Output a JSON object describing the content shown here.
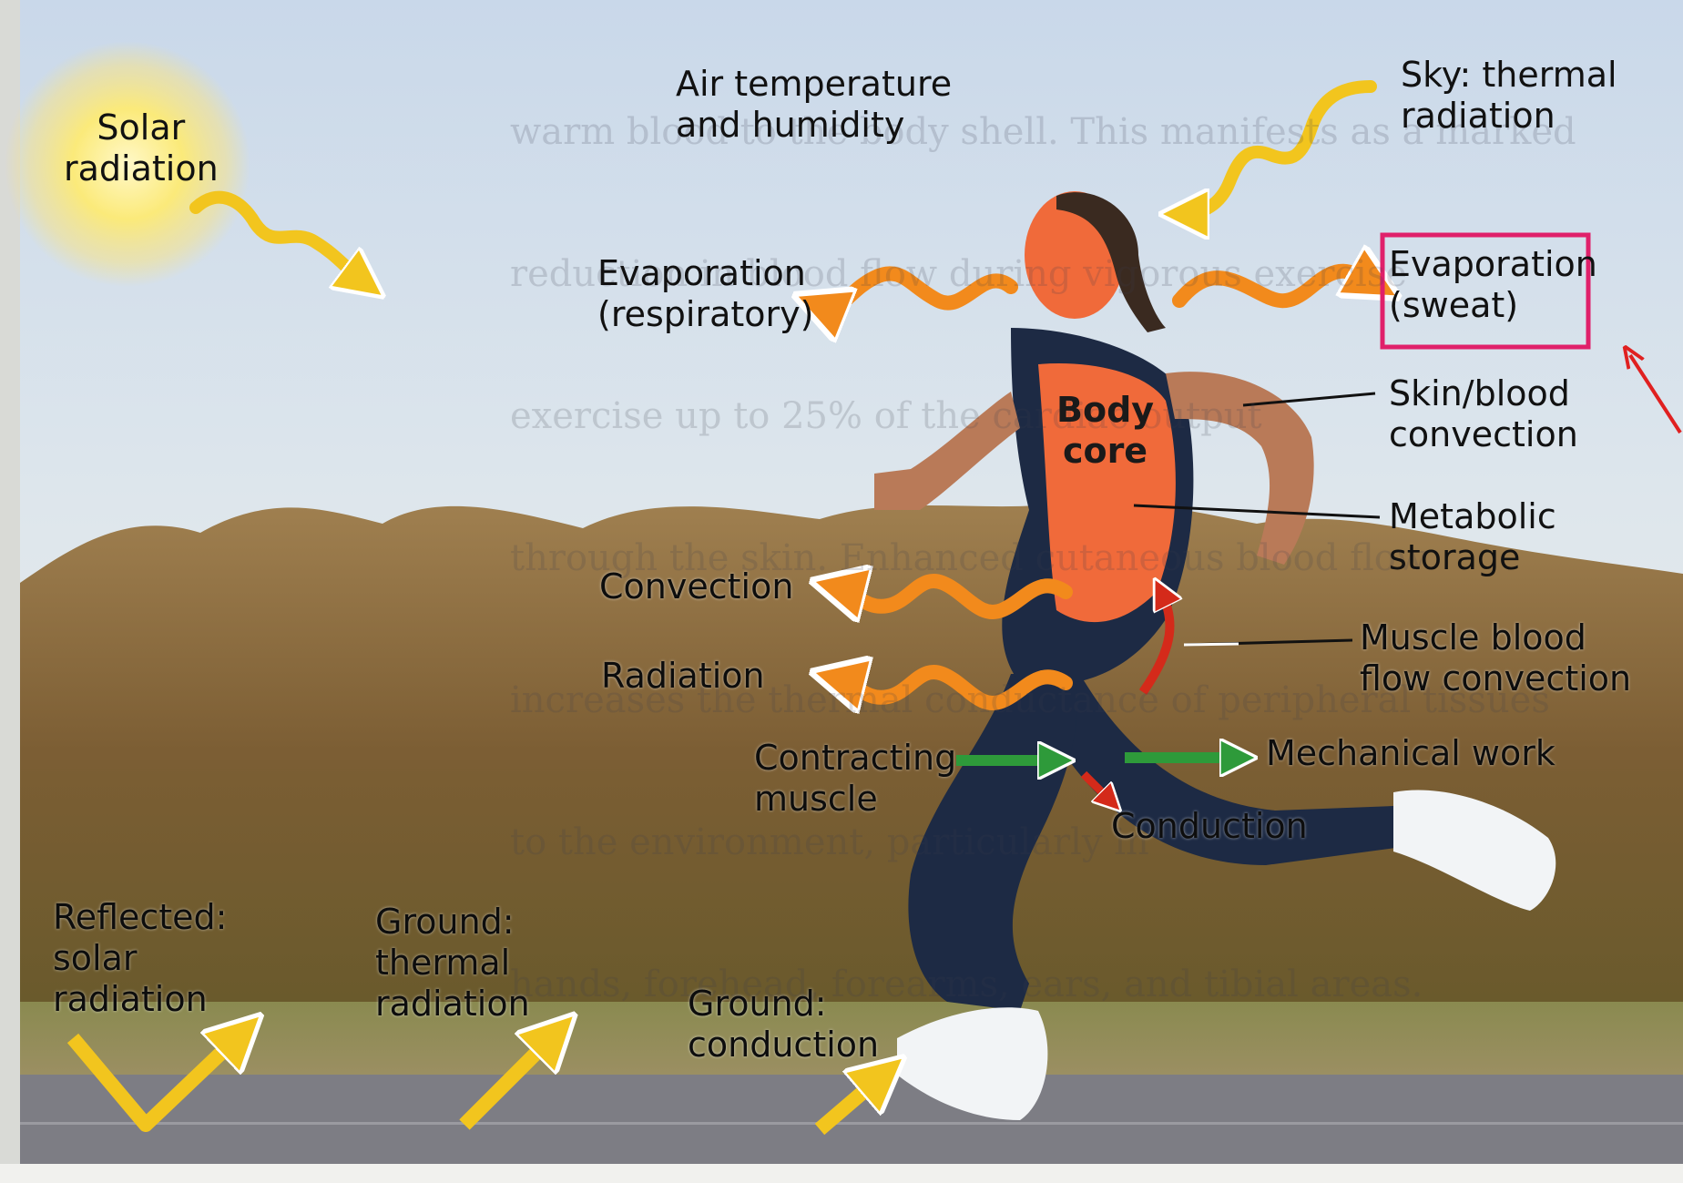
{
  "labels": {
    "solar_radiation": "Solar\nradiation",
    "air_temp": "Air temperature\nand humidity",
    "sky": "Sky: thermal\nradiation",
    "evap_resp": "Evaporation\n(respiratory)",
    "evap_sweat": "Evaporation\n(sweat)",
    "body_core": "Body\ncore",
    "skin_blood": "Skin/blood\nconvection",
    "metabolic": "Metabolic\nstorage",
    "convection": "Convection",
    "radiation": "Radiation",
    "muscle_blood": "Muscle blood\nflow convection",
    "contracting": "Contracting\nmuscle",
    "mech_work": "Mechanical work",
    "conduction": "Conduction",
    "reflected": "Reflected:\nsolar\nradiation",
    "ground_thermal": "Ground:\nthermal\nradiation",
    "ground_conduction": "Ground:\nconduction"
  },
  "background_text": [
    "warm blood to the body shell. This manifests as a marked",
    "reduction in blood flow during vigorous exercise",
    "exercise up to 25% of the cardiac output",
    "through the skin. Enhanced cutaneous blood flow",
    "increases the thermal conductance of peripheral tissues",
    "to the environment, particularly in",
    "hands, forehead, forearms, ears, and tibial areas."
  ],
  "colors": {
    "sky_top": "#cfdceb",
    "sky_bottom": "#e6ece9",
    "foliage": "#8a6a3a",
    "road": "#7a7a80",
    "orange_arrow": "#f28a1c",
    "yellow_arrow": "#f2c51e",
    "green_arrow": "#2e9a3a",
    "red_arrow": "#d42a1a",
    "body_core": "#f06a3a",
    "highlight_box": "#e0206a",
    "pointer_arrow": "#e02020"
  }
}
